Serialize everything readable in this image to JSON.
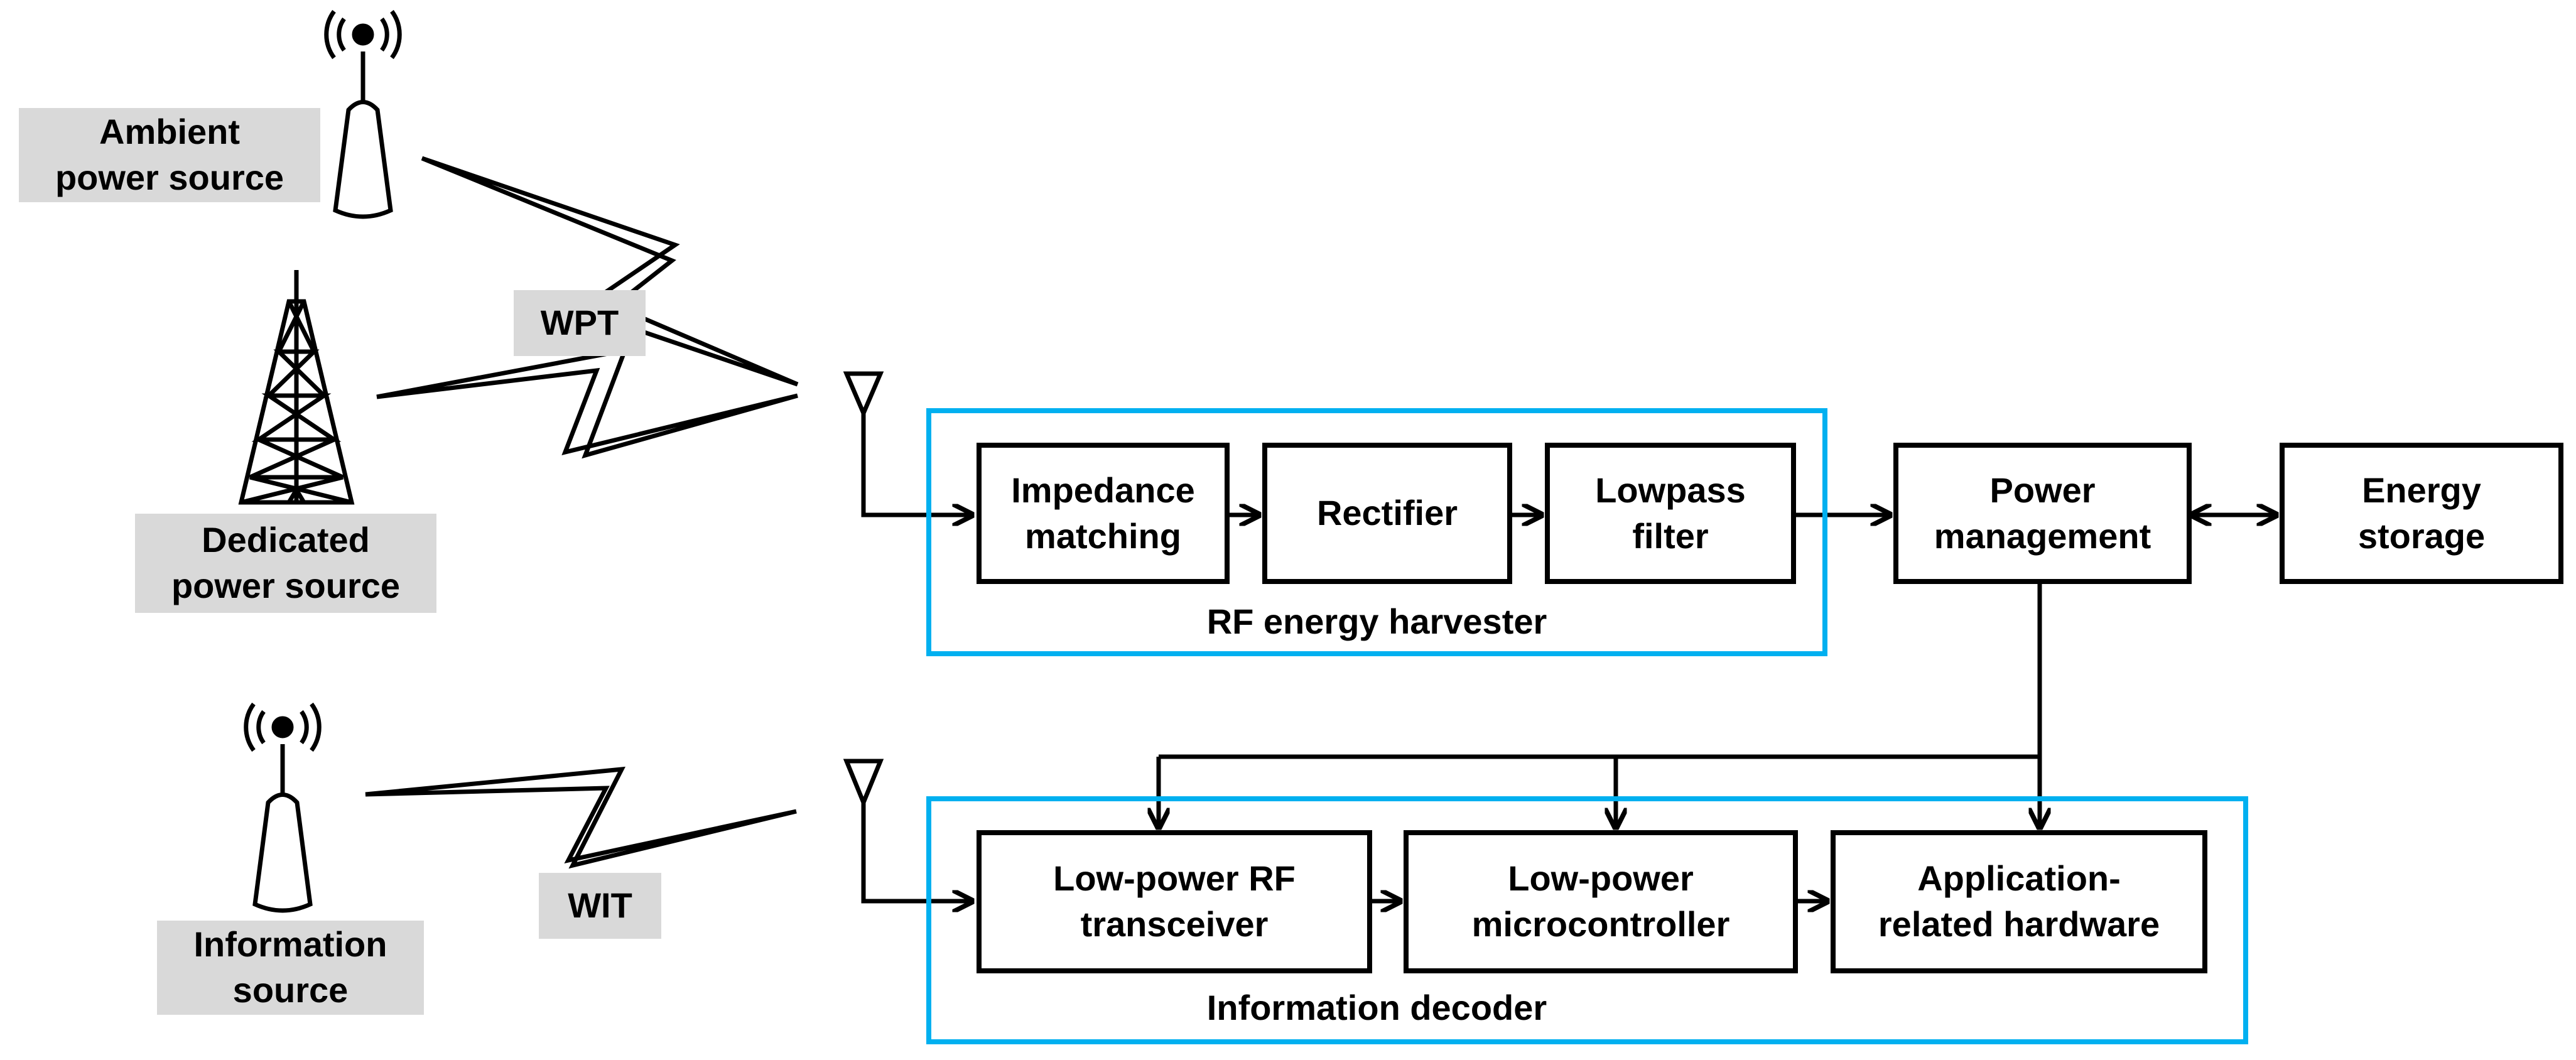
{
  "sources": {
    "ambient": {
      "line1": "Ambient",
      "line2": "power source",
      "icon": "radio-antenna-icon"
    },
    "dedicated": {
      "line1": "Dedicated",
      "line2": "power source",
      "icon": "transmission-tower-icon"
    },
    "information": {
      "line1": "Information",
      "line2": "source",
      "icon": "radio-antenna-icon"
    }
  },
  "links": {
    "wpt": "WPT",
    "wit": "WIT"
  },
  "rf_harvester": {
    "title": "RF energy harvester",
    "impedance": {
      "line1": "Impedance",
      "line2": "matching"
    },
    "rectifier": {
      "line1": "Rectifier"
    },
    "lowpass": {
      "line1": "Lowpass",
      "line2": "filter"
    }
  },
  "power_management": {
    "line1": "Power",
    "line2": "management"
  },
  "energy_storage": {
    "line1": "Energy",
    "line2": "storage"
  },
  "info_decoder": {
    "title": "Information decoder",
    "transceiver": {
      "line1": "Low-power RF",
      "line2": "transceiver"
    },
    "microcontroller": {
      "line1": "Low-power",
      "line2": "microcontroller"
    },
    "app_hw": {
      "line1": "Application-",
      "line2": "related hardware"
    }
  },
  "colors": {
    "group_border": "#00b0f0",
    "label_bg": "#d9d9d9",
    "line": "#000000"
  }
}
